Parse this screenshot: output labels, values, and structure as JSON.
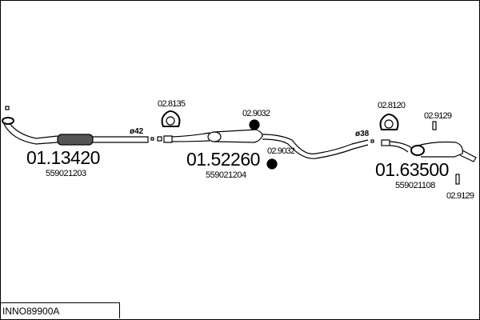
{
  "reference": "INNO89900A",
  "parts": [
    {
      "number": "01.13420",
      "oe": "559021203",
      "diameter": "ø42"
    },
    {
      "number": "01.52260",
      "oe": "559021204"
    },
    {
      "number": "01.63500",
      "oe": "559021108",
      "diameter": "ø38"
    }
  ],
  "accessories": [
    "02.8135",
    "02.9032",
    "02.9032",
    "02.8120",
    "02.9129",
    "02.9129"
  ]
}
